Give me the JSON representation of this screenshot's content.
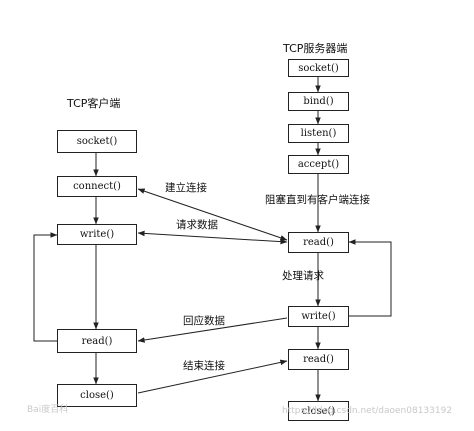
{
  "client": {
    "title": "TCP客户端",
    "nodes": [
      "socket()",
      "connect()",
      "write()",
      "read()",
      "close()"
    ]
  },
  "server": {
    "title": "TCP服务器端",
    "nodes": [
      "socket()",
      "bind()",
      "listen()",
      "accept()",
      "read()",
      "write()",
      "read()",
      "close()"
    ]
  },
  "labels": {
    "establish": "建立连接",
    "block": "阻塞直到有客户端连接",
    "request": "请求数据",
    "process": "处理请求",
    "response": "回应数据",
    "end": "结束连接"
  },
  "watermark": {
    "left": "Bai度百科",
    "right": "https://blog.csdn.net/daoen08133192"
  }
}
